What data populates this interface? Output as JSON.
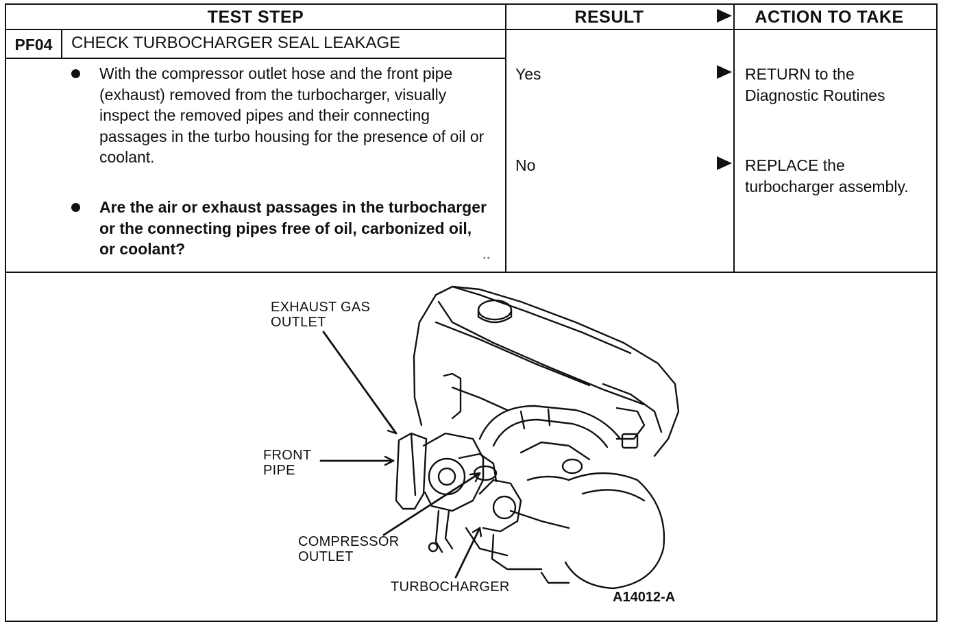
{
  "header": {
    "test_step": "TEST STEP",
    "result": "RESULT",
    "action": "ACTION TO TAKE"
  },
  "step": {
    "code": "PF04",
    "title": "CHECK TURBOCHARGER SEAL LEAKAGE",
    "instructions": [
      "With the compressor outlet hose and the front pipe (exhaust) removed from the turbocharger, visually inspect the removed pipes and their connecting passages in the turbo housing for the presence of oil or coolant.",
      "Are the air or exhaust passages in the turbocharger or the connecting pipes free of oil, carbonized oil, or coolant?"
    ],
    "mark": "* *"
  },
  "results": [
    {
      "result": "Yes",
      "action": "RETURN to the Diagnostic Routines"
    },
    {
      "result": "No",
      "action": "REPLACE the turbocharger assembly."
    }
  ],
  "figure": {
    "callouts": {
      "exhaust": "EXHAUST GAS OUTLET",
      "front_pipe": "FRONT PIPE",
      "compressor": "COMPRESSOR OUTLET",
      "turbo": "TURBOCHARGER"
    },
    "id": "A14012-A"
  }
}
